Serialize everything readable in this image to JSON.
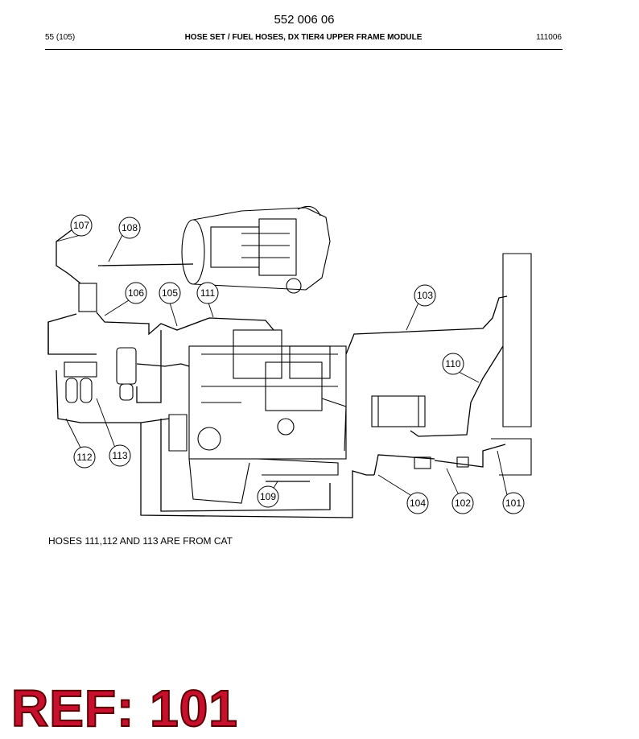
{
  "header": {
    "doc_number": "552 006 06",
    "page": "55 (105)",
    "title": "HOSE SET / FUEL HOSES, DX TIER4 UPPER FRAME MODULE",
    "date_code": "111006"
  },
  "callouts": [
    "107",
    "108",
    "106",
    "105",
    "111",
    "103",
    "110",
    "112",
    "113",
    "109",
    "104",
    "102",
    "101"
  ],
  "note": "HOSES 111,112 AND 113 ARE FROM CAT",
  "ref_label": "REF: 101",
  "colors": {
    "ref_fill": "#c8102e",
    "line": "#000000"
  }
}
